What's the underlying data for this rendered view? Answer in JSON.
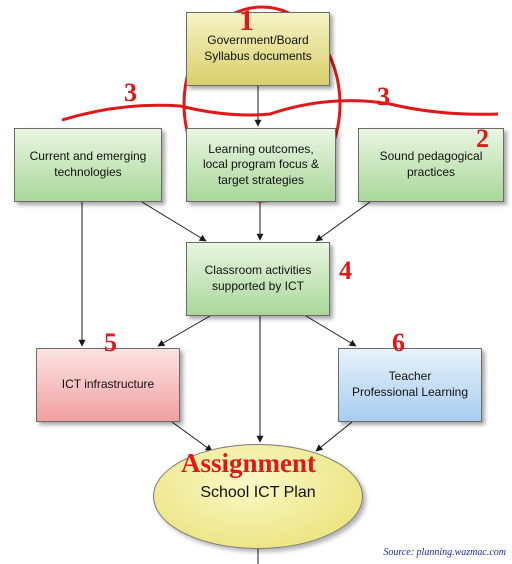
{
  "boxes": {
    "government": "Government/Board\nSyllabus documents",
    "technologies": "Current and emerging\ntechnologies",
    "learning": "Learning outcomes,\nlocal program focus &\ntarget strategies",
    "pedagogical": "Sound pedagogical\npractices",
    "classroom": "Classroom activities\nsupported by ICT",
    "infrastructure": "ICT infrastructure",
    "teacher": "Teacher\nProfessional Learning",
    "plan": "School ICT Plan"
  },
  "annotations": {
    "num_1": "1",
    "num_2": "2",
    "num_3_left": "3",
    "num_3_right": "3",
    "num_4": "4",
    "num_5": "5",
    "num_6": "6",
    "assignment": "Assignment"
  },
  "source": "Source: planning.wazmac.com",
  "colors": {
    "annotation_red": "#e01818",
    "connector": "#1a1a1a",
    "source_blue": "#1a2aa8"
  }
}
